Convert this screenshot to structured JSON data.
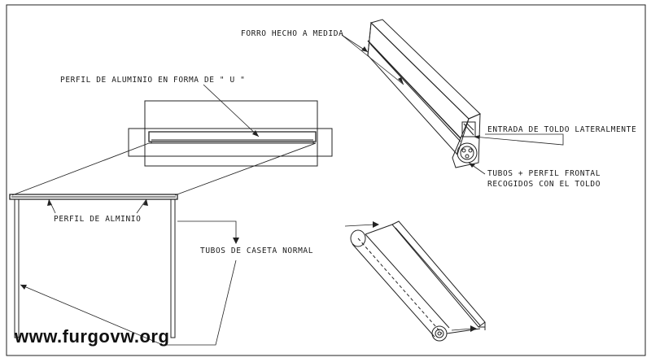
{
  "labels": {
    "forro": "FORRO HECHO A MEDIDA",
    "perfil_u": "PERFIL DE ALUMINIO EN FORMA DE \" U \"",
    "entrada": "ENTRADA DE TOLDO LATERALMENTE",
    "tubos_perfil_line1": "TUBOS + PERFIL FRONTAL",
    "tubos_perfil_line2": "RECOGIDOS CON EL TOLDO",
    "perfil_alminio": "PERFIL DE ALMINIO",
    "tubos_caseta": "TUBOS DE CASETA NORMAL"
  },
  "watermark": "www.furgovw.org",
  "colors": {
    "ink": "#1a1a1a",
    "paper": "#ffffff"
  }
}
